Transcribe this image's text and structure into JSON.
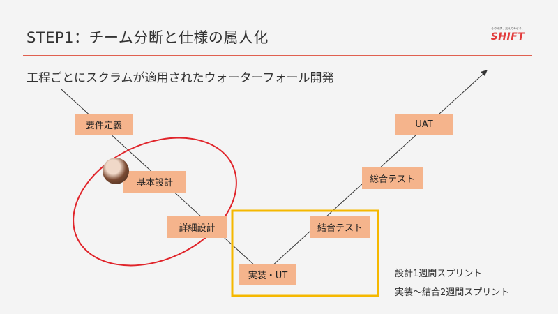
{
  "slide": {
    "title": "STEP1：チーム分断と仕様の属人化",
    "subtitle": "工程ごとにスクラムが適用されたウォーターフォール開発",
    "logo": {
      "tagline": "その不満、変えてみせる。",
      "wordmark": "SHIFT"
    }
  },
  "phases": {
    "requirements": "要件定義",
    "basic_design": "基本設計",
    "detailed_design": "詳細設計",
    "implementation": "実装・UT",
    "integration_test": "結合テスト",
    "system_test": "総合テスト",
    "uat": "UAT"
  },
  "notes": {
    "line1": "設計1週間スプリント",
    "line2": "実装〜結合2週間スプリント"
  },
  "colors": {
    "phase_box": "#f5b48c",
    "red_circle": "#e0242a",
    "yellow_rect": "#f5b800",
    "line": "#333333",
    "title_rule": "#e06050"
  },
  "icons": {
    "avatar": "person-avatar-icon",
    "arrow": "arrowhead-icon"
  }
}
